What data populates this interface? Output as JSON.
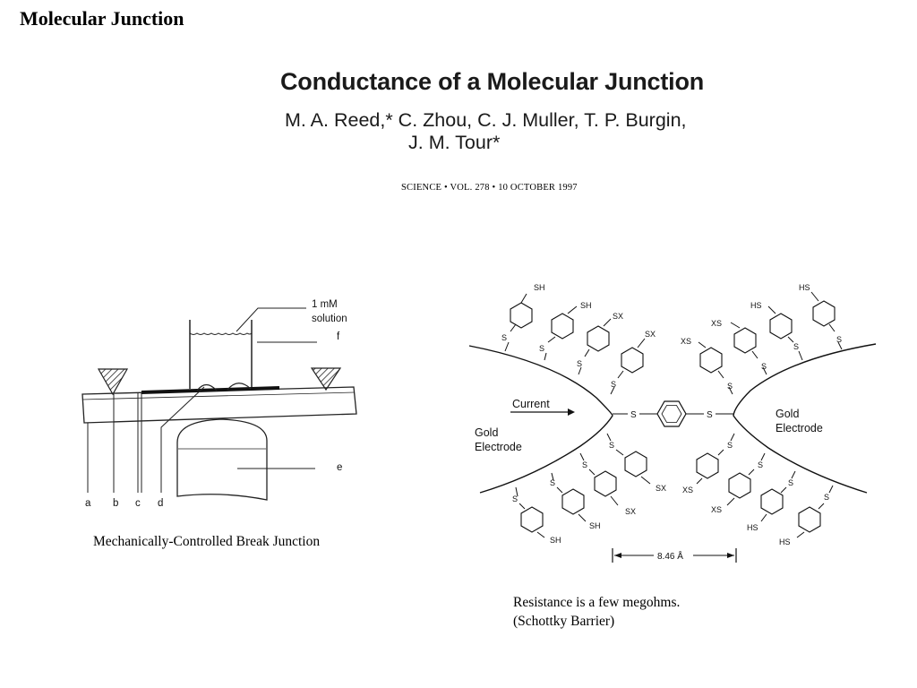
{
  "slide": {
    "title": "Molecular Junction"
  },
  "paper": {
    "title": "Conductance of a Molecular Junction",
    "authors_line1": "M. A. Reed,* C. Zhou, C. J. Muller, T. P. Burgin,",
    "authors_line2": "J. M. Tour*",
    "citation": "SCIENCE • VOL. 278 • 10 OCTOBER 1997"
  },
  "left_figure": {
    "labels": {
      "a": "a",
      "b": "b",
      "c": "c",
      "d": "d",
      "e": "e",
      "f": "f"
    },
    "solution_line1": "1 mM",
    "solution_line2": "solution",
    "caption": "Mechanically-Controlled Break Junction"
  },
  "right_figure": {
    "current": "Current",
    "left_electrode_1": "Gold",
    "left_electrode_2": "Electrode",
    "right_electrode_1": "Gold",
    "right_electrode_2": "Electrode",
    "distance": "8.46 Å",
    "sulfur": "S",
    "sh": "SH",
    "hs": "HS",
    "sx": "SX",
    "xs": "XS"
  },
  "captions": {
    "resistance": "Resistance is a few megohms.",
    "barrier": "(Schottky Barrier)"
  }
}
